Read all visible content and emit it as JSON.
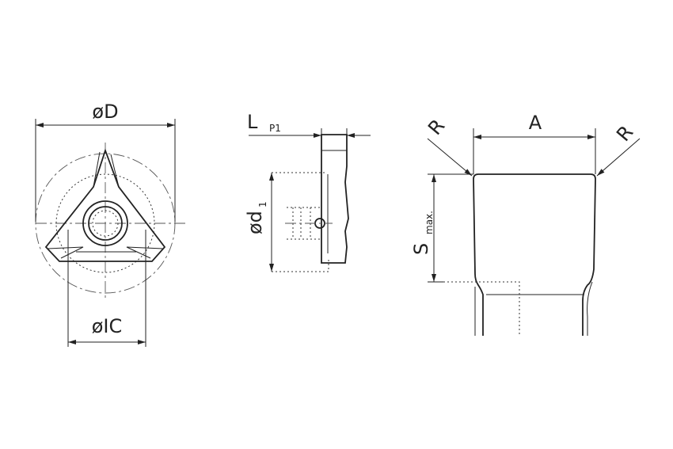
{
  "labels": {
    "D": "øD",
    "IC": "øIC",
    "L": "L",
    "L_sub": "P1",
    "d1": "ød",
    "d1_sub": "1",
    "A": "A",
    "R_left": "R",
    "R_right": "R",
    "S": "S",
    "S_sub": "max."
  }
}
